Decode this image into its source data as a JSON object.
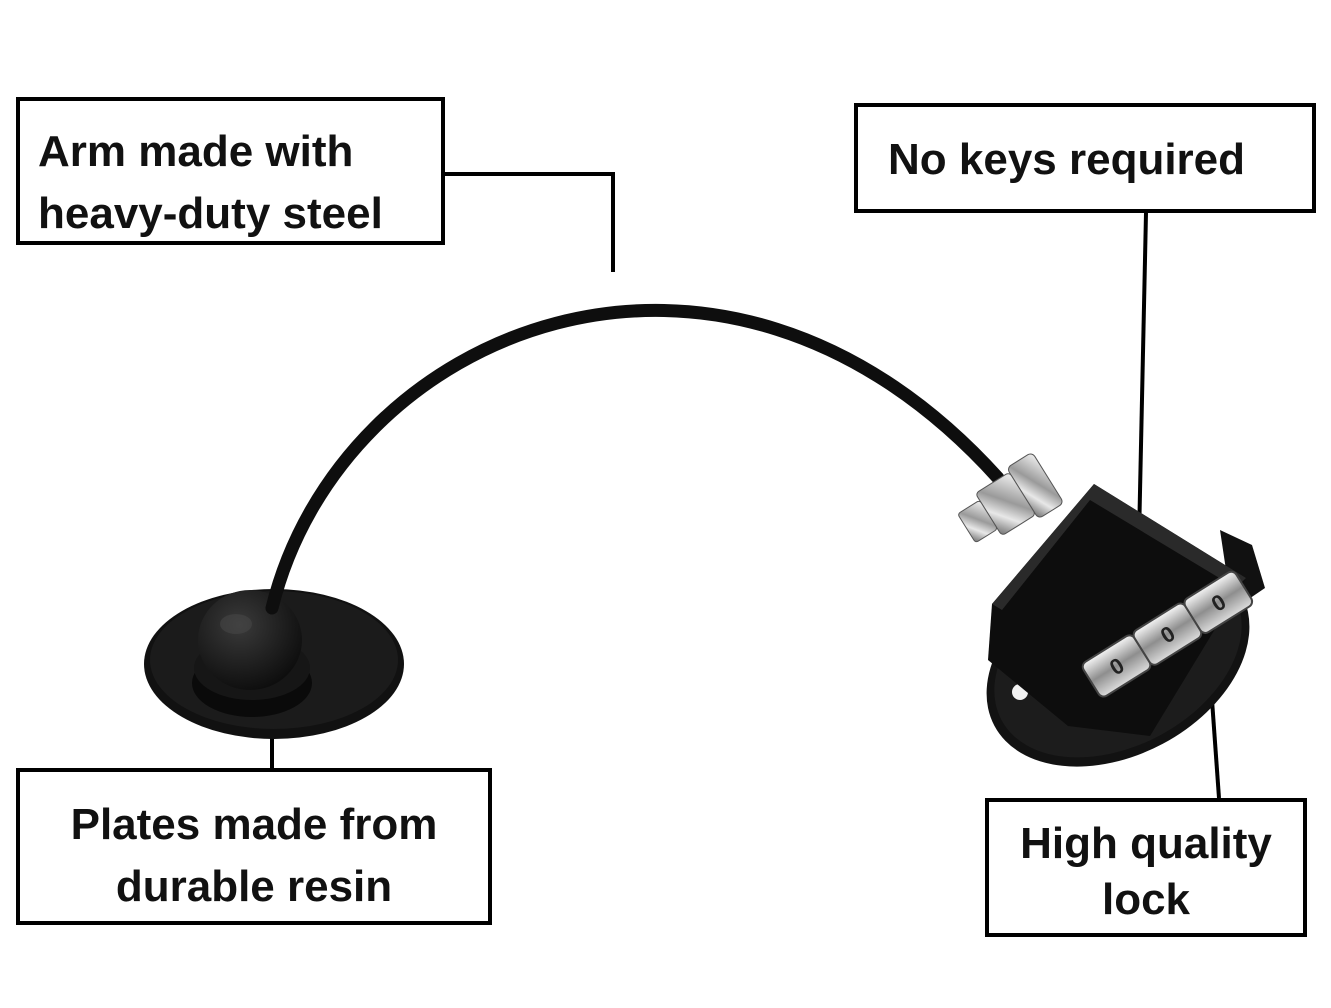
{
  "callouts": {
    "arm": {
      "line1": "Arm made with",
      "line2": "heavy-duty steel"
    },
    "keys": {
      "line1": "No keys required"
    },
    "plates": {
      "line1": "Plates made from",
      "line2": "durable resin"
    },
    "lock": {
      "line1": "High quality",
      "line2": "lock"
    }
  },
  "dial_digits": [
    "0",
    "0",
    "0"
  ],
  "colors": {
    "box_border": "#000000",
    "product": "#111111",
    "chrome": "#b9b9b9",
    "background": "#ffffff"
  }
}
